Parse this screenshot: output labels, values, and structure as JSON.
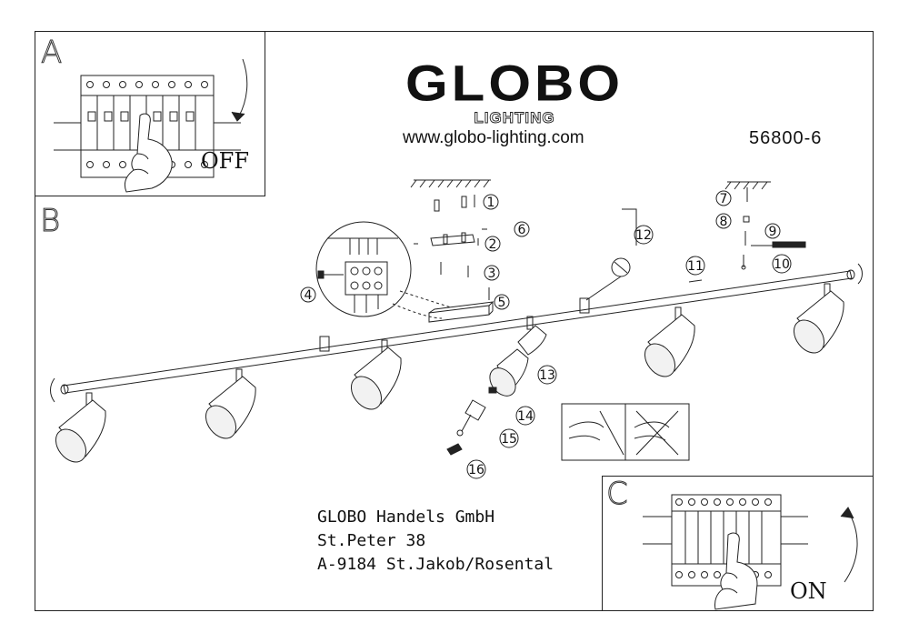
{
  "brand": {
    "name": "GLOBO",
    "sub": "LIGHTING",
    "url": "www.globo-lighting.com",
    "model": "56800-6"
  },
  "panels": {
    "a": {
      "letter": "A",
      "state": "OFF"
    },
    "b": {
      "letter": "B"
    },
    "c": {
      "letter": "C",
      "state": "ON"
    }
  },
  "steps": [
    "1",
    "2",
    "3",
    "4",
    "5",
    "6",
    "7",
    "8",
    "9",
    "10",
    "11",
    "12",
    "13",
    "14",
    "15",
    "16"
  ],
  "address": {
    "line1": "GLOBO Handels GmbH",
    "line2": "St.Peter 38",
    "line3": "A-9184 St.Jakob/Rosental"
  },
  "colors": {
    "ink": "#222222",
    "paper": "#ffffff"
  }
}
